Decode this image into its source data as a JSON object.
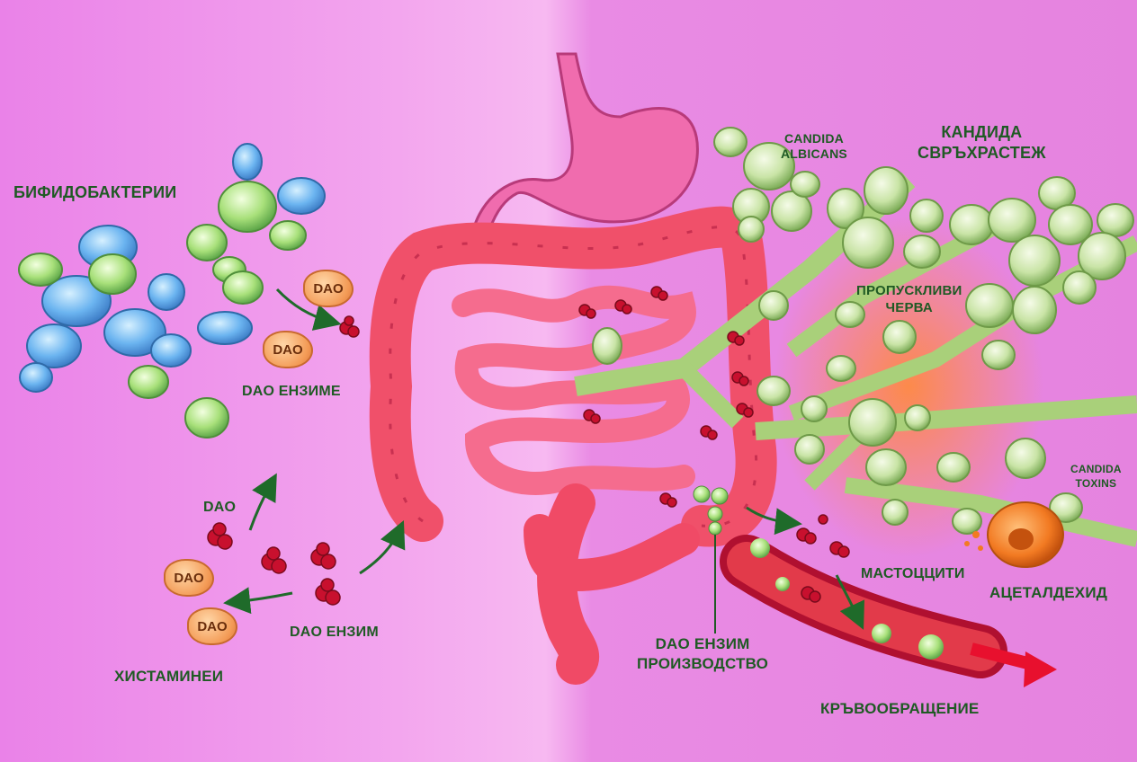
{
  "labels": {
    "bifidobacteria": "БИФИДОБАКТЕРИИ",
    "dao_enzymes": "DAO ЕНЗИМЕ",
    "dao": "DAO",
    "dao_enzyme": "DAO ЕНЗИМ",
    "histamines": "ХИСТАМИНЕИ",
    "candida_albicans_line1": "CANDIDA",
    "candida_albicans_line2": "ALBICANS",
    "candida_overgrowth_line1": "КАНДИДА",
    "candida_overgrowth_line2": "СВРЪХРАСТЕЖ",
    "leaky_gut_line1": "ПРОПУСКЛИВИ",
    "leaky_gut_line2": "ЧЕРВА",
    "candida_toxins_line1": "CANDIDA",
    "candida_toxins_line2": "TOXINS",
    "mast_cells": "МАСТОЦЦИТИ",
    "acetaldehyde": "АЦЕТАЛДЕХИД",
    "dao_production_line1": "DAO ЕНЗИМ",
    "dao_production_line2": "ПРОИЗВОДСТВО",
    "bloodstream": "КРЪВООБРАЩЕНИЕ"
  },
  "colors": {
    "label_text": "#1f5a24",
    "intestine": "#f0506a",
    "stomach": "#f06cae",
    "candida": "#b9dc8e",
    "histamine": "#c8102e",
    "dao_chip": "#f39a55",
    "bacteria_blue": "#6bb4f0",
    "bacteria_green": "#a8e07a",
    "arrow": "#1f6b2a"
  },
  "icons": [
    "bacteria-cluster-icon",
    "stomach-icon",
    "intestine-icon",
    "candida-hyphae-icon",
    "histamine-molecule-icon",
    "dao-enzyme-icon",
    "blood-vessel-icon",
    "mast-cell-icon",
    "arrow-icon"
  ]
}
